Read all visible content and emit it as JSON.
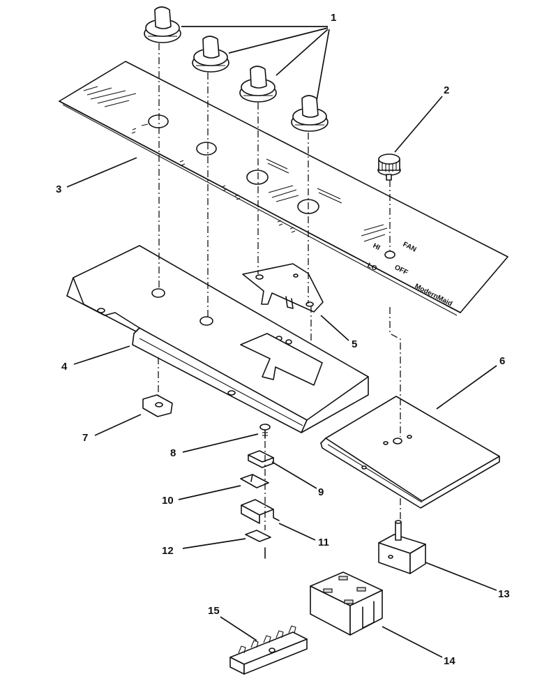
{
  "diagram": {
    "panel_labels": {
      "brand": "ModernMaid",
      "switch_off": "OFF",
      "switch_lo": "LO",
      "switch_hi": "HI",
      "switch_fan": "FAN"
    },
    "callouts": [
      {
        "id": "1",
        "text": "1"
      },
      {
        "id": "2",
        "text": "2"
      },
      {
        "id": "3",
        "text": "3"
      },
      {
        "id": "4",
        "text": "4"
      },
      {
        "id": "5",
        "text": "5"
      },
      {
        "id": "6",
        "text": "6"
      },
      {
        "id": "7",
        "text": "7"
      },
      {
        "id": "8",
        "text": "8"
      },
      {
        "id": "9",
        "text": "9"
      },
      {
        "id": "10",
        "text": "10"
      },
      {
        "id": "11",
        "text": "11"
      },
      {
        "id": "12",
        "text": "12"
      },
      {
        "id": "13",
        "text": "13"
      },
      {
        "id": "14",
        "text": "14"
      },
      {
        "id": "15",
        "text": "15"
      }
    ]
  }
}
